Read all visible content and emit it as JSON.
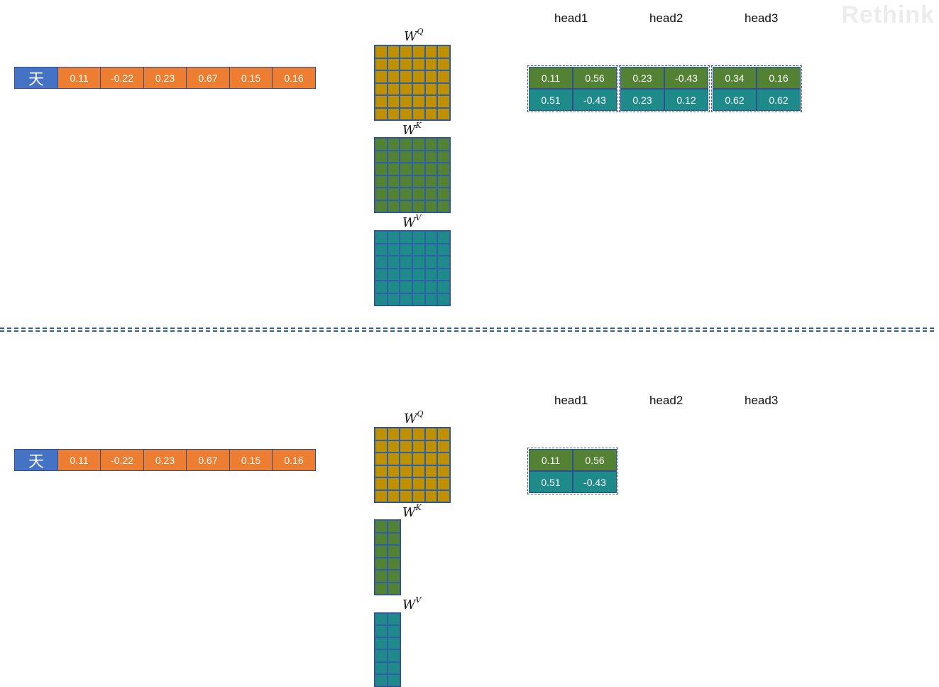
{
  "colors": {
    "token": "#4472c4",
    "embedding": "#ed7d31",
    "wq": "#bf9000",
    "wk": "#548235",
    "wv": "#1f8a8a",
    "border": "#2f4f8f"
  },
  "watermark": "Rethink",
  "top": {
    "token": "天",
    "embedding": [
      "0.11",
      "-0.22",
      "0.23",
      "0.67",
      "0.15",
      "0.16"
    ],
    "matrices": {
      "wq": {
        "base": "W",
        "sup": "Q"
      },
      "wk": {
        "base": "W",
        "sup": "K"
      },
      "wv": {
        "base": "W",
        "sup": "V"
      }
    },
    "heads": [
      {
        "label": "head1",
        "k": [
          "0.11",
          "0.56"
        ],
        "v": [
          "0.51",
          "-0.43"
        ]
      },
      {
        "label": "head2",
        "k": [
          "0.23",
          "-0.43"
        ],
        "v": [
          "0.23",
          "0.12"
        ]
      },
      {
        "label": "head3",
        "k": [
          "0.34",
          "0.16"
        ],
        "v": [
          "0.62",
          "0.62"
        ]
      }
    ]
  },
  "bottom": {
    "token": "天",
    "embedding": [
      "0.11",
      "-0.22",
      "0.23",
      "0.67",
      "0.15",
      "0.16"
    ],
    "matrices": {
      "wq": {
        "base": "W",
        "sup": "Q"
      },
      "wk": {
        "base": "W",
        "sup": "K"
      },
      "wv": {
        "base": "W",
        "sup": "V"
      }
    },
    "head_labels": [
      "head1",
      "head2",
      "head3"
    ],
    "head1": {
      "k": [
        "0.11",
        "0.56"
      ],
      "v": [
        "0.51",
        "-0.43"
      ]
    }
  }
}
